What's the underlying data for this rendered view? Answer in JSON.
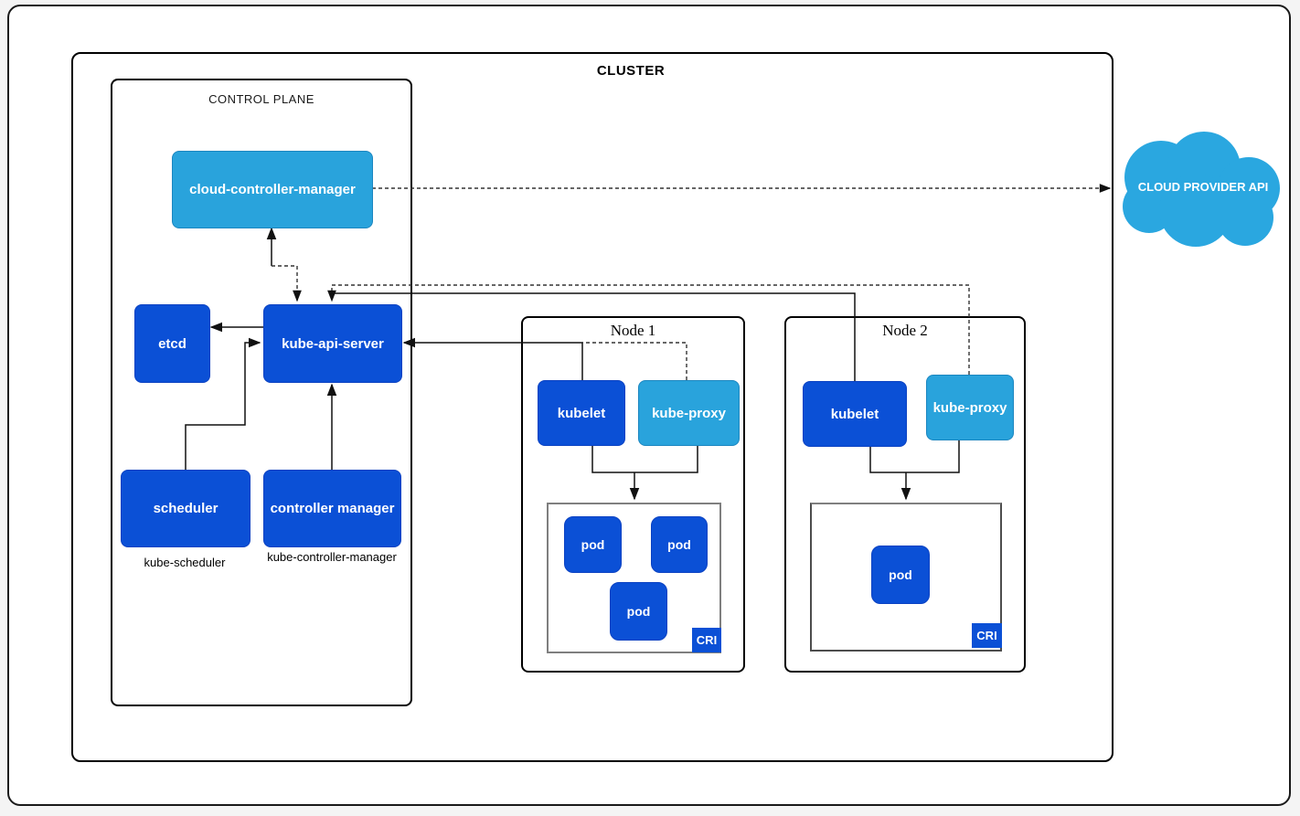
{
  "colors": {
    "dark_blue": "#0b50d6",
    "dark_blue_border": "#0a41c2",
    "light_blue": "#29a3dc",
    "light_blue_border": "#1b86c0",
    "cloud_blue": "#2aa7e0"
  },
  "cluster": {
    "label": "CLUSTER"
  },
  "control_plane": {
    "label": "CONTROL PLANE",
    "cloud_controller_manager": {
      "label": "cloud-controller-manager"
    },
    "etcd": {
      "label": "etcd"
    },
    "kube_api_server": {
      "label": "kube-api-server"
    },
    "scheduler": {
      "label": "scheduler",
      "caption": "kube-scheduler"
    },
    "controller_manager": {
      "label": "controller manager",
      "caption": "kube-controller-manager"
    }
  },
  "nodes": [
    {
      "title": "Node 1",
      "kubelet": "kubelet",
      "kube_proxy": "kube-proxy",
      "pods": [
        "pod",
        "pod",
        "pod"
      ],
      "cri": "CRI"
    },
    {
      "title": "Node 2",
      "kubelet": "kubelet",
      "kube_proxy": "kube-proxy",
      "pods": [
        "pod"
      ],
      "cri": "CRI"
    }
  ],
  "external": {
    "cloud_provider_api": {
      "label": "CLOUD PROVIDER API"
    }
  }
}
